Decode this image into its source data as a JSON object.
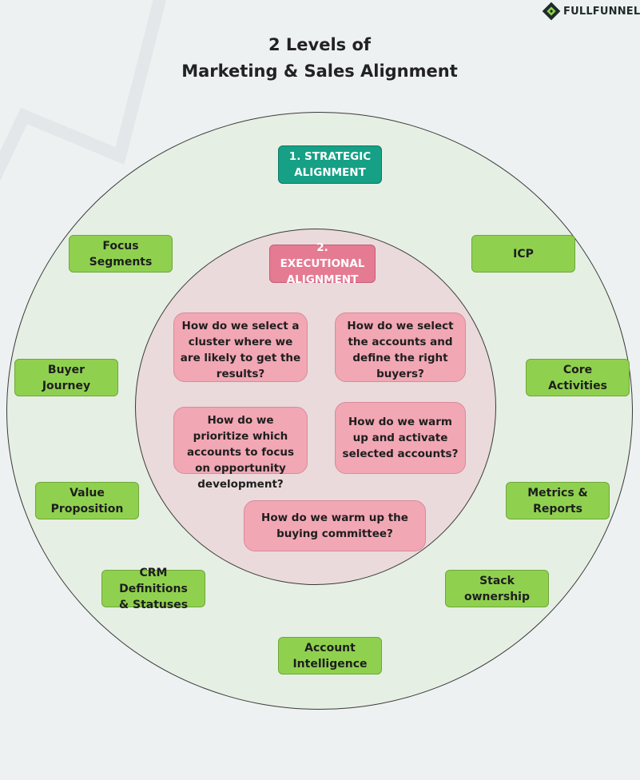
{
  "brand": {
    "logo_text": "FULLFUNNEL",
    "icon": "fullfunnel-logo-icon"
  },
  "title": {
    "line1": "2 Levels of",
    "line2": "Marketing & Sales Alignment"
  },
  "strategic_header": {
    "line1": "1. STRATEGIC",
    "line2": "ALIGNMENT",
    "color": "#16a085"
  },
  "executional_header": {
    "line1": "2. EXECUTIONAL",
    "line2": "ALIGNMENT",
    "color": "#e57b93"
  },
  "strategic_items": {
    "focus_segments": {
      "line1": "Focus",
      "line2": "Segments"
    },
    "icp": {
      "line1": "ICP"
    },
    "buyer_journey": {
      "line1": "Buyer",
      "line2": "Journey"
    },
    "core_activities": {
      "line1": "Core",
      "line2": "Activities"
    },
    "value_proposition": {
      "line1": "Value",
      "line2": "Proposition"
    },
    "metrics_reports": {
      "line1": "Metrics &",
      "line2": "Reports"
    },
    "crm_definitions": {
      "line1": "CRM Definitions",
      "line2": "& Statuses"
    },
    "stack_ownership": {
      "line1": "Stack ownership"
    },
    "account_intelligence": {
      "line1": "Account",
      "line2": "Intelligence"
    }
  },
  "executional_questions": {
    "q1": "How do we select a cluster where we are likely to get the results?",
    "q2": "How do we select the accounts and define the right buyers?",
    "q3": "How do we prioritize which accounts to focus on opportunity development?",
    "q4": "How do we warm up and activate selected accounts?",
    "q5": "How do we warm up the buying committee?"
  },
  "colors": {
    "green_box": "#8fd14f",
    "pink_box": "#f1a7b4",
    "outer_circle": "#e6efe3",
    "inner_circle": "#eadadb"
  }
}
